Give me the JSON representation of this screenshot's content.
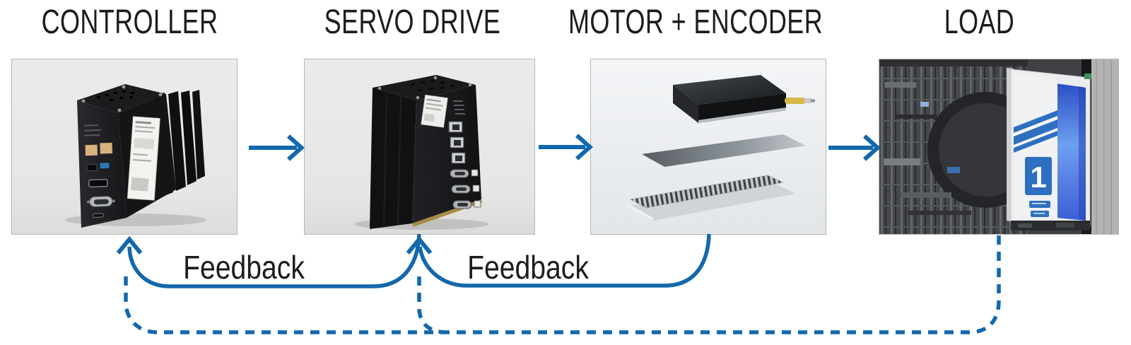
{
  "diagram": {
    "accent_color": "#1368ad",
    "text_color": "#1d1d1b",
    "nodes": [
      {
        "id": "controller",
        "label": "CONTROLLER"
      },
      {
        "id": "servo-drive",
        "label": "SERVO DRIVE"
      },
      {
        "id": "motor-encoder",
        "label": "MOTOR + ENCODER"
      },
      {
        "id": "load",
        "label": "LOAD"
      }
    ],
    "feedback_labels": [
      "Feedback",
      "Feedback"
    ],
    "load_badge": "1",
    "connections": [
      {
        "from": "controller",
        "to": "servo-drive",
        "style": "solid-arrow"
      },
      {
        "from": "servo-drive",
        "to": "motor-encoder",
        "style": "solid-arrow"
      },
      {
        "from": "motor-encoder",
        "to": "load",
        "style": "solid-arrow"
      },
      {
        "from": "servo-drive",
        "to": "controller",
        "style": "solid-curve",
        "label": "Feedback"
      },
      {
        "from": "motor-encoder",
        "to": "servo-drive",
        "style": "solid-curve",
        "label": "Feedback"
      },
      {
        "from": "load",
        "to": "controller",
        "style": "dashed-curve"
      },
      {
        "from": "load",
        "to": "servo-drive",
        "style": "dashed-curve"
      }
    ]
  }
}
